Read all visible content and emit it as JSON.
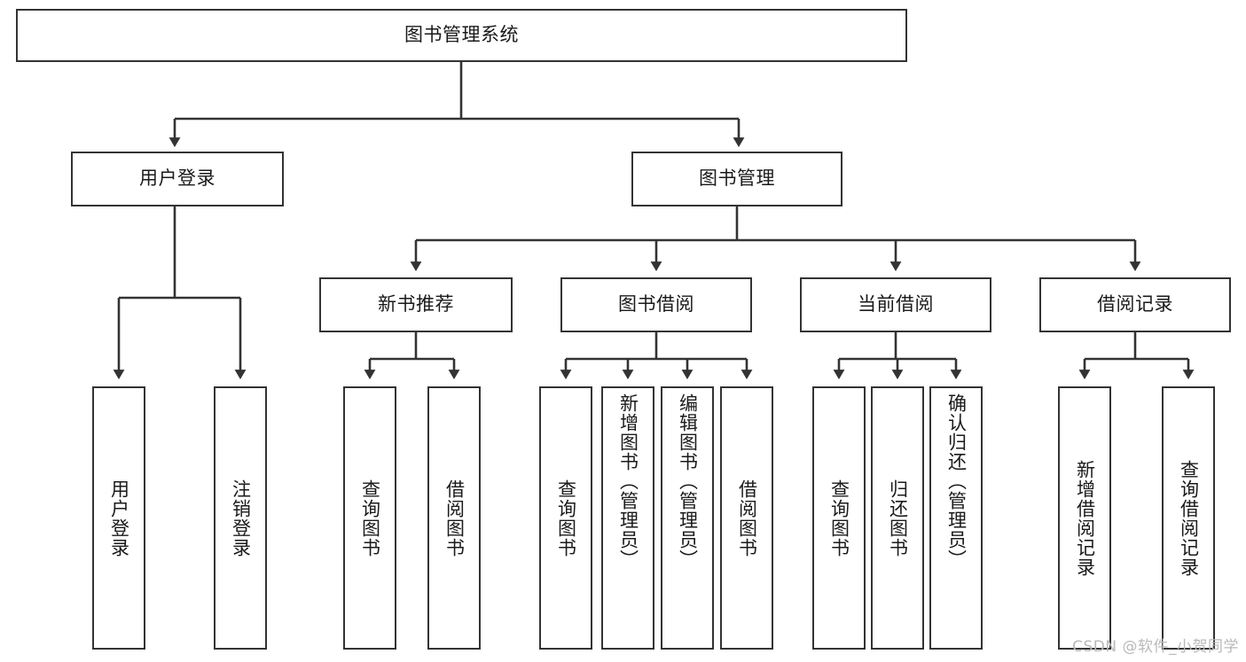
{
  "diagram": {
    "type": "tree-hierarchy",
    "title": "图书管理系统",
    "watermark": "CSDN @软件_小贺同学",
    "colors": {
      "stroke": "#333333",
      "fill": "#ffffff",
      "text": "#1a1a1a",
      "watermark": "#b9b9b9"
    },
    "levels": [
      {
        "level": 1,
        "nodes": [
          {
            "id": "root",
            "label": "图书管理系统",
            "orientation": "horizontal"
          }
        ]
      },
      {
        "level": 2,
        "nodes": [
          {
            "id": "user-login",
            "label": "用户登录",
            "orientation": "horizontal",
            "parent": "root"
          },
          {
            "id": "book-manage",
            "label": "图书管理",
            "orientation": "horizontal",
            "parent": "root"
          }
        ]
      },
      {
        "level": 3,
        "nodes": [
          {
            "id": "new-book-rec",
            "label": "新书推荐",
            "orientation": "horizontal",
            "parent": "book-manage"
          },
          {
            "id": "book-borrow",
            "label": "图书借阅",
            "orientation": "horizontal",
            "parent": "book-manage"
          },
          {
            "id": "current-borrow",
            "label": "当前借阅",
            "orientation": "horizontal",
            "parent": "book-manage"
          },
          {
            "id": "borrow-record",
            "label": "借阅记录",
            "orientation": "horizontal",
            "parent": "book-manage"
          }
        ]
      },
      {
        "level": 4,
        "nodes": [
          {
            "id": "leaf-user-login",
            "label": "用户登录",
            "orientation": "vertical",
            "parent": "user-login"
          },
          {
            "id": "leaf-user-logout",
            "label": "注销登录",
            "orientation": "vertical",
            "parent": "user-login"
          },
          {
            "id": "leaf-query-book-1",
            "label": "查询图书",
            "orientation": "vertical",
            "parent": "new-book-rec"
          },
          {
            "id": "leaf-borrow-book-1",
            "label": "借阅图书",
            "orientation": "vertical",
            "parent": "new-book-rec"
          },
          {
            "id": "leaf-query-book-2",
            "label": "查询图书",
            "orientation": "vertical",
            "parent": "book-borrow"
          },
          {
            "id": "leaf-add-book",
            "label": "新增图书（管理员）",
            "orientation": "vertical",
            "parent": "book-borrow"
          },
          {
            "id": "leaf-edit-book",
            "label": "编辑图书（管理员）",
            "orientation": "vertical",
            "parent": "book-borrow"
          },
          {
            "id": "leaf-borrow-book-2",
            "label": "借阅图书",
            "orientation": "vertical",
            "parent": "book-borrow"
          },
          {
            "id": "leaf-query-book-3",
            "label": "查询图书",
            "orientation": "vertical",
            "parent": "current-borrow"
          },
          {
            "id": "leaf-return-book",
            "label": "归还图书",
            "orientation": "vertical",
            "parent": "current-borrow"
          },
          {
            "id": "leaf-confirm-return",
            "label": "确认归还（管理员）",
            "orientation": "vertical",
            "parent": "current-borrow"
          },
          {
            "id": "leaf-add-record",
            "label": "新增借阅记录",
            "orientation": "vertical",
            "parent": "borrow-record"
          },
          {
            "id": "leaf-query-record",
            "label": "查询借阅记录",
            "orientation": "vertical",
            "parent": "borrow-record"
          }
        ]
      }
    ]
  }
}
